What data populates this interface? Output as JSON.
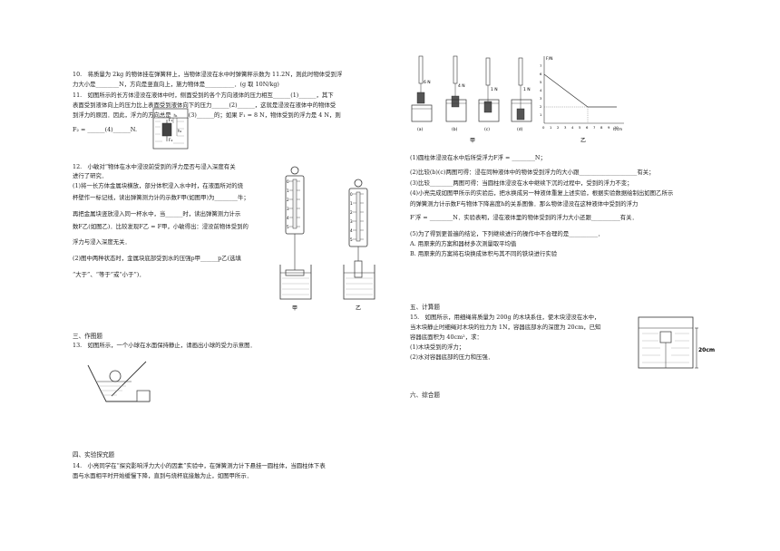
{
  "q10": {
    "line1": "10.　将质量为 2kg 的物体挂在弹簧秤上，当物体浸没在水中时弹簧秤示数为 11.2N，则此时物体受到浮",
    "line2": "力大小是________N，方向是竖直向上，施力物体是__________．(g 取 10N/kg)"
  },
  "q11": {
    "line1": "11.　如图所示的长方体浸没在液体中时，侧面受到的各个方向液体的压力相互______(1)______，其下",
    "line2": "表面受到液体向上的压力比上表面受到液体向下的压力______(2)______，这就是浸没在液体中的物体受",
    "line3": "到浮力的原因．因此，浮力的方向总是______(3)______的；如果 F₁ = 8 N，物体受到的浮力是 4 N，则",
    "answer": "F₂ = ______(4)______N.",
    "fig_F1": "F₁",
    "fig_F2": "F₂",
    "fig_h1": "h₁",
    "fig_h2": "h₂"
  },
  "q12": {
    "line1": "12.　小敏对“物体在水中浸没前受到的浮力是否与浸入深度有关",
    "line2": "进行了研究．",
    "line3": "(1)将一长方体金属块横放，部分体积浸入水中时，在液面所对的烧",
    "line4": "杯壁作一标记线，读出弹簧测力计的示数F甲(如图甲)为________牛；",
    "line5": "再把金属块竖放浸入同一杯水中，当______时，读出弹簧测力计示",
    "line6": "数F乙(如图乙)．比较发现F乙 = F甲，小敏得出：浸没前物体受到的",
    "line7": "浮力与浸入深度无关．",
    "line8": "(2)图中两种状态时，金属块底部受到水的压强p甲______p乙(选填",
    "line9": "“大于”、“等于”或“小于”)．",
    "fig_jia": "甲",
    "fig_yi": "乙",
    "scale_left": [
      "0",
      "1",
      "2",
      "3",
      "4",
      "5"
    ],
    "scale_right": [
      "0",
      "1",
      "2",
      "3",
      "4",
      "5"
    ]
  },
  "sec3": "三、作图题",
  "q13": {
    "line1": "13.　如图所示，一个小球在水面保持静止，请画出小球的受力示意图．"
  },
  "sec4": "四、实验探究题",
  "q14": {
    "line1": "14.　小亮同学在“探究影响浮力大小的因素”实验中，在弹簧测力计下悬挂一圆柱体，当圆柱体下表",
    "line2": "面与水面相平时开始缓慢下降，直到与烧杯底接触为止，如图甲所示．",
    "fig_readings": [
      "6 N",
      "4 N",
      "1 N",
      "1 N"
    ],
    "fig_labels": [
      "(a)",
      "(b)",
      "(c)",
      "(d)"
    ],
    "fig_jia": "甲",
    "fig_yi": "乙",
    "graph_ylabel": "F/N",
    "graph_xlabel": "h/cm",
    "graph_yticks": [
      "1",
      "2",
      "3",
      "4",
      "5",
      "6",
      "7"
    ],
    "graph_xticks": [
      "0",
      "1",
      "2",
      "3",
      "4",
      "5",
      "6",
      "7",
      "8",
      "9",
      "10"
    ],
    "sub1": "(1)圆柱体浸没在水中后所受浮力F浮 = ________N；",
    "sub2": "(2)比较(b)(c)两图可得：浸在同种液体中的物体受到浮力的大小跟____________________有关；",
    "sub3": "(3)比较________两图可得：当圆柱体浸没在水中继续下沉的过程中，受到的浮力不变；",
    "sub4a": "(4)小亮完成如图甲所示的实验后，把水换成另一种液体重复上述实验，根据实验数据绘制出如图乙所示",
    "sub4b": "的弹簧测力计示数F与物体下降高度h的关系图像．那么物体浸没在这种液体中受到的浮力",
    "sub4c": "F′浮 = ________N．实验表明，浸在液体里的物体受到的浮力大小还跟__________有关．",
    "sub5": "(5)为了得到更普遍的结论，下列继续进行的操作中不合理的是__________．",
    "optA": "A. 用原来的方案和器材多次测量取平均值",
    "optB": "B. 用原来的方案将石块换成体积与其不同的铁块进行实验"
  },
  "sec5": "五、计算题",
  "q15": {
    "line1": "15.　如图所示，用细绳将质量为 200g 的木块系住，使木块浸没在水中，",
    "line2": "当木块静止时细绳对木块的拉力为 1N，容器底部水的深度为 20cm，已知",
    "line3": "容器底面积为 40cm²，求：",
    "sub1": "(1)木块受到的浮力；",
    "sub2": "(2)水对容器底部的压力和压强．",
    "fig_depth": "20cm"
  },
  "sec6": "六、综合题"
}
